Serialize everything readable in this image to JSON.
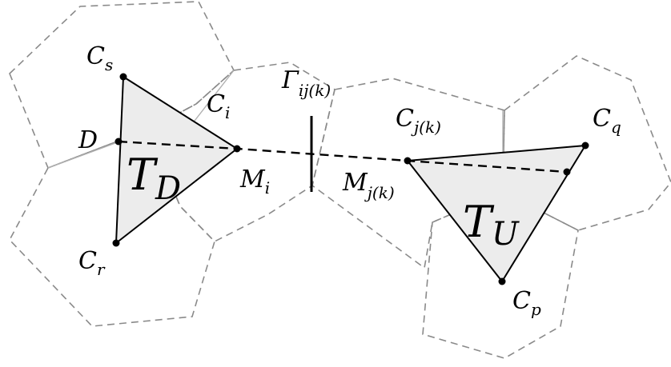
{
  "labels": {
    "cs": {
      "main": "C",
      "sub": "s"
    },
    "ci": {
      "main": "C",
      "sub": "i"
    },
    "d": {
      "main": "D"
    },
    "td": {
      "main": "T",
      "sub": "D"
    },
    "mi": {
      "main": "M",
      "sub": "i"
    },
    "cr": {
      "main": "C",
      "sub": "r"
    },
    "gamma": {
      "main": "Γ",
      "sub": "ij(k)"
    },
    "cjk": {
      "main": "C",
      "sub": "j(k)"
    },
    "cq": {
      "main": "C",
      "sub": "q"
    },
    "mjk": {
      "main": "M",
      "sub": "j(k)"
    },
    "tu": {
      "main": "T",
      "sub": "U"
    },
    "cp": {
      "main": "C",
      "sub": "p"
    }
  },
  "colors": {
    "triangle_fill": "#ececec",
    "cell_stroke": "#8a8a8a",
    "line": "#000000"
  }
}
